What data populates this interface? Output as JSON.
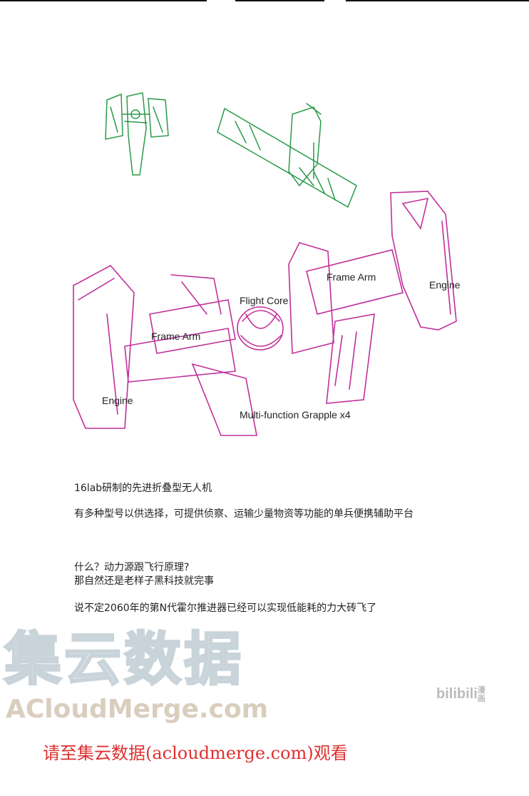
{
  "diagram": {
    "labels": {
      "frame_arm_left": "Frame Arm",
      "frame_arm_right": "Frame Arm",
      "flight_core": "Flight Core",
      "engine_left": "Engine",
      "engine_right": "Engine",
      "grapple": "Multi-function Grapple x4"
    },
    "colors": {
      "green_sketch": "#2a9a4a",
      "magenta_sketch": "#c0309a"
    }
  },
  "description": {
    "line1": "16lab研制的先进折叠型无人机",
    "line2": "有多种型号以供选择，可提供侦察、运输少量物资等功能的单兵便携辅助平台",
    "line3": "什么？动力源跟飞行原理?",
    "line4": "那自然还是老样子黑科技就完事",
    "line5": "说不定2060年的第N代霍尔推进器已经可以实现低能耗的力大砖飞了"
  },
  "watermark": {
    "cn": "集云数据",
    "en": "ACloudMerge.com",
    "bilibili": "bilibili",
    "bilibili_sub": "漫画",
    "notice": "请至集云数据(acloudmerge.com)观看",
    "notice_color": "#e03030"
  }
}
